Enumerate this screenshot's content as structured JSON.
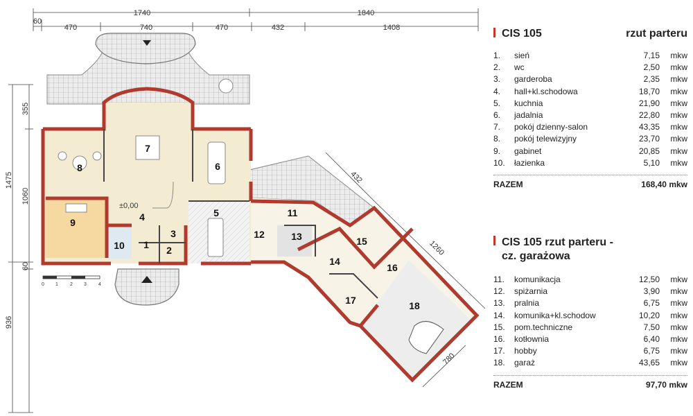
{
  "plan": {
    "dims_top_row1": [
      "60",
      "1740",
      "1840"
    ],
    "dims_top_row2": [
      "470",
      "740",
      "470",
      "432",
      "1408"
    ],
    "dims_left": [
      "355",
      "1475",
      "1060",
      "60",
      "936"
    ],
    "dims_diag": [
      "432",
      "1260",
      "780"
    ],
    "level_label": "±0,00",
    "scale_ticks": [
      "0",
      "1",
      "2",
      "3",
      "4"
    ],
    "room_numbers": [
      "1",
      "2",
      "3",
      "4",
      "5",
      "6",
      "7",
      "8",
      "9",
      "10",
      "11",
      "12",
      "13",
      "14",
      "15",
      "16",
      "17",
      "18"
    ]
  },
  "legend1": {
    "code": "CIS 105",
    "subtitle": "rzut parteru",
    "rows": [
      {
        "n": "1.",
        "name": "sień",
        "area": "7,15",
        "unit": "mkw"
      },
      {
        "n": "2.",
        "name": "wc",
        "area": "2,50",
        "unit": "mkw"
      },
      {
        "n": "3.",
        "name": "garderoba",
        "area": "2,35",
        "unit": "mkw"
      },
      {
        "n": "4.",
        "name": "hall+kl.schodowa",
        "area": "18,70",
        "unit": "mkw"
      },
      {
        "n": "5.",
        "name": "kuchnia",
        "area": "21,90",
        "unit": "mkw"
      },
      {
        "n": "6.",
        "name": "jadalnia",
        "area": "22,80",
        "unit": "mkw"
      },
      {
        "n": "7.",
        "name": "pokój dzienny-salon",
        "area": "43,35",
        "unit": "mkw"
      },
      {
        "n": "8.",
        "name": "pokój telewizyjny",
        "area": "23,70",
        "unit": "mkw"
      },
      {
        "n": "9.",
        "name": "gabinet",
        "area": "20,85",
        "unit": "mkw"
      },
      {
        "n": "10.",
        "name": "łazienka",
        "area": "5,10",
        "unit": "mkw"
      }
    ],
    "total_label": "RAZEM",
    "total_value": "168,40 mkw"
  },
  "legend2": {
    "title_line1": "CIS 105 rzut parteru -",
    "title_line2": "cz. garażowa",
    "rows": [
      {
        "n": "11.",
        "name": "komunikacja",
        "area": "12,50",
        "unit": "mkw"
      },
      {
        "n": "12.",
        "name": "spiżarnia",
        "area": "3,90",
        "unit": "mkw"
      },
      {
        "n": "13.",
        "name": "pralnia",
        "area": "6,75",
        "unit": "mkw"
      },
      {
        "n": "14.",
        "name": "komunika+kl.schodow",
        "area": "10,20",
        "unit": "mkw"
      },
      {
        "n": "15.",
        "name": "pom.techniczne",
        "area": "7,50",
        "unit": "mkw"
      },
      {
        "n": "16.",
        "name": "kotłownia",
        "area": "6,40",
        "unit": "mkw"
      },
      {
        "n": "17.",
        "name": "hobby",
        "area": "6,75",
        "unit": "mkw"
      },
      {
        "n": "18.",
        "name": "garaż",
        "area": "43,65",
        "unit": "mkw"
      }
    ],
    "total_label": "RAZEM",
    "total_value": "97,70 mkw"
  },
  "colors": {
    "wall": "#b03a2e",
    "floor": "#f4ecd2",
    "office": "#f5d9a0",
    "terrace": "#e8e8e8",
    "accent": "#c0392b"
  }
}
